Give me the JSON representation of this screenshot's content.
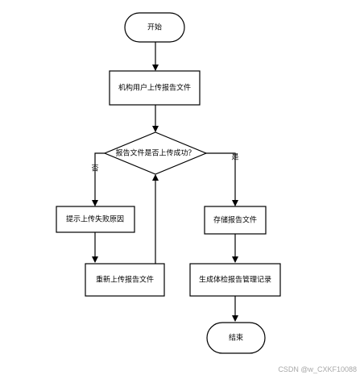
{
  "nodes": {
    "start": "开始",
    "upload": "机构用户上传报告文件",
    "decision": "报告文件是否上传成功？",
    "fail_prompt": "提示上传失败原因",
    "reupload": "重新上传报告文件",
    "store": "存储报告文件",
    "generate": "生成体检报告管理记录",
    "end": "结束"
  },
  "edges": {
    "no": "否",
    "yes": "是"
  },
  "watermark": "CSDN @w_CXKF10088"
}
